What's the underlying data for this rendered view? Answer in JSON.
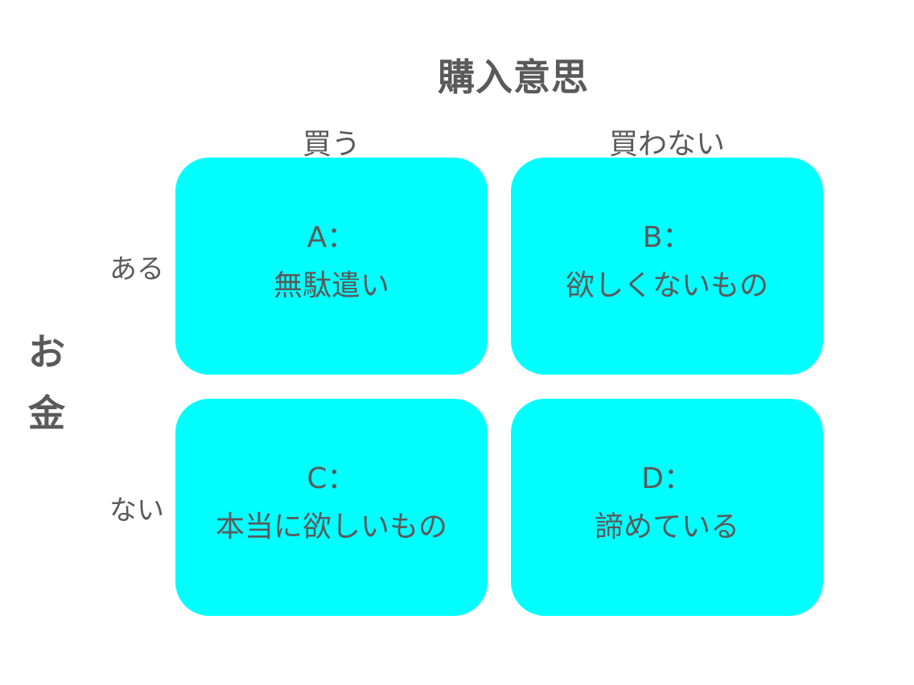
{
  "title": "購入意思",
  "columns": {
    "buy": "買う",
    "not_buy": "買わない"
  },
  "rows": {
    "have": "ある",
    "none": "ない"
  },
  "y_axis": {
    "char1": "お",
    "char2": "金"
  },
  "cells": {
    "a": {
      "id": "A：",
      "text": "無駄遣い"
    },
    "b": {
      "id": "B：",
      "text": "欲しくないもの"
    },
    "c": {
      "id": "C：",
      "text": "本当に欲しいもの"
    },
    "d": {
      "id": "D：",
      "text": "諦めている"
    }
  },
  "colors": {
    "cell_fill": "#00ffff",
    "text": "#5a5a5a"
  }
}
